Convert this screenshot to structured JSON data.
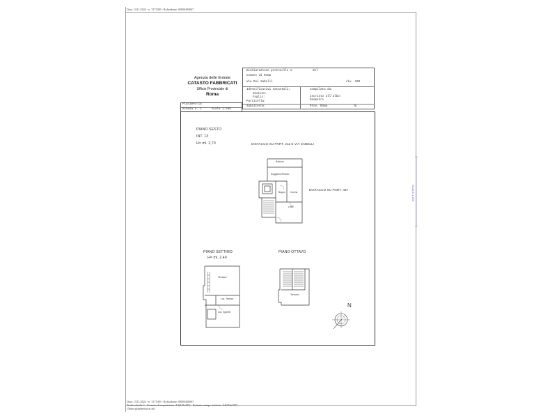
{
  "top_meta": "Data: 13/11/2024 - n. T171309 - Richiedente: 00000400067",
  "bottom_meta": {
    "line1": "Data: 13/11/2024 - n. T171309 - Richiedente: 00000400067",
    "line2": "Totale schede: 1 - Formato di acquisizione: A4(210x297) - Formato stampa richiesto: A4(210x297)",
    "line3": "Ultima planimetria in atti"
  },
  "agency": {
    "line1": "Agenzia delle Entrate",
    "line2": "CATASTO FABBRICATI",
    "line3": "Ufficio Provinciale di",
    "line4": "Roma"
  },
  "header": {
    "dichiarazione": "Dichiarazione protocollo n.",
    "del": "del",
    "comune": "Comune di Roma",
    "via": "Via Dei Sabelli",
    "civ": "civ. 100",
    "identificativi": "Identificativi Catastali:",
    "sezione": "Sezione:",
    "foglio": "Foglio:",
    "particella": "Particella:",
    "subalterno": "Subalterno:",
    "compilata": "Compilata da:",
    "iscritto": "Iscritto all'albo:",
    "geometri": "Geometri",
    "prov": "Prov. Roma",
    "n": "N."
  },
  "plan_box": {
    "title": "Planimetria",
    "scheda": "Scheda n. 1",
    "scala": "Scala 1:200"
  },
  "piano_sesto": {
    "title": "PIANO SESTO",
    "int": "INT. 13",
    "h": "H= ml. 2,70",
    "distacco_top": "DISTACCO SU FNRT. 211 E VIA SABELLI",
    "distacco_right": "DISTACCO SU FNRT. 467",
    "room_labels": [
      "Balcone",
      "Soggiorno/Pranzo",
      "Bagno",
      "Letto",
      "Cucina"
    ]
  },
  "piano_settimo": {
    "title": "PIANO SETTIMO",
    "h": "H= ml. 2,40",
    "room_labels": [
      "Terrazzo",
      "Loc. Tecnico",
      "Loc. Sgomb."
    ]
  },
  "piano_ottavo": {
    "title": "PIANO OTTAVO",
    "room_labels": [
      "Terrazzo"
    ]
  },
  "north": "N",
  "side_mark": "SCALE 1:200",
  "colors": {
    "frame": "#9a9a9a",
    "ink": "#333333",
    "side": "#6a6acf"
  }
}
